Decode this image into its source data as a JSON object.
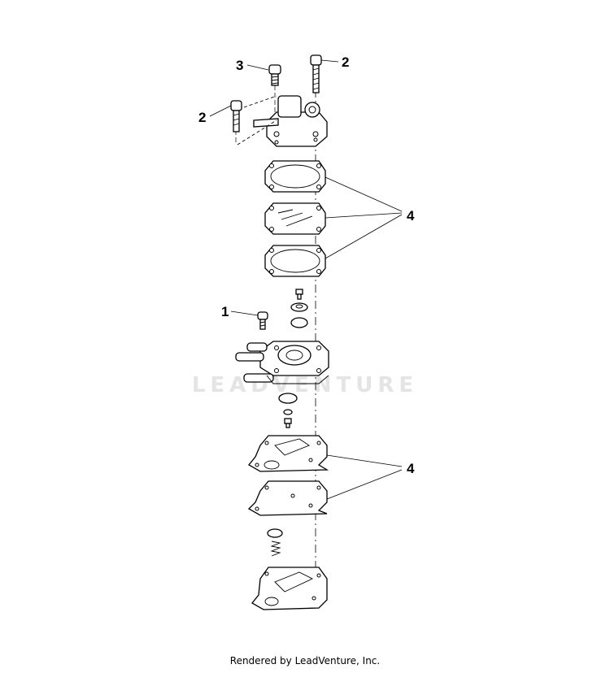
{
  "callouts": [
    {
      "id": "c3",
      "text": "3"
    },
    {
      "id": "c2a",
      "text": "2"
    },
    {
      "id": "c2b",
      "text": "2"
    },
    {
      "id": "c4a",
      "text": "4"
    },
    {
      "id": "c1",
      "text": "1"
    },
    {
      "id": "c4b",
      "text": "4"
    }
  ],
  "watermark": "LEADVENTURE",
  "footer": "Rendered by LeadVenture, Inc."
}
